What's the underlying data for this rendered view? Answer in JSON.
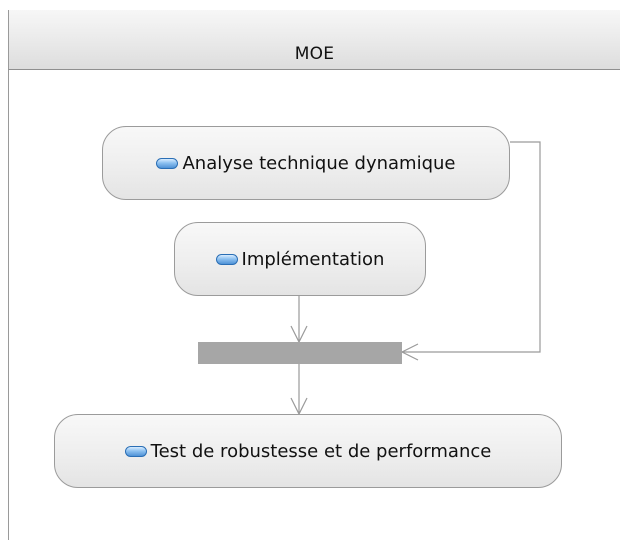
{
  "lane": {
    "title": "MOE"
  },
  "actions": [
    {
      "label": "Analyse technique dynamique",
      "icon": "action-icon"
    },
    {
      "label": "Implémentation",
      "icon": "action-icon"
    },
    {
      "label": "Test de robustesse et de performance",
      "icon": "action-icon"
    }
  ],
  "colors": {
    "edge": "#9a9a9a",
    "join_bar": "#a6a6a6",
    "icon_fill": "#6aa8e6"
  }
}
